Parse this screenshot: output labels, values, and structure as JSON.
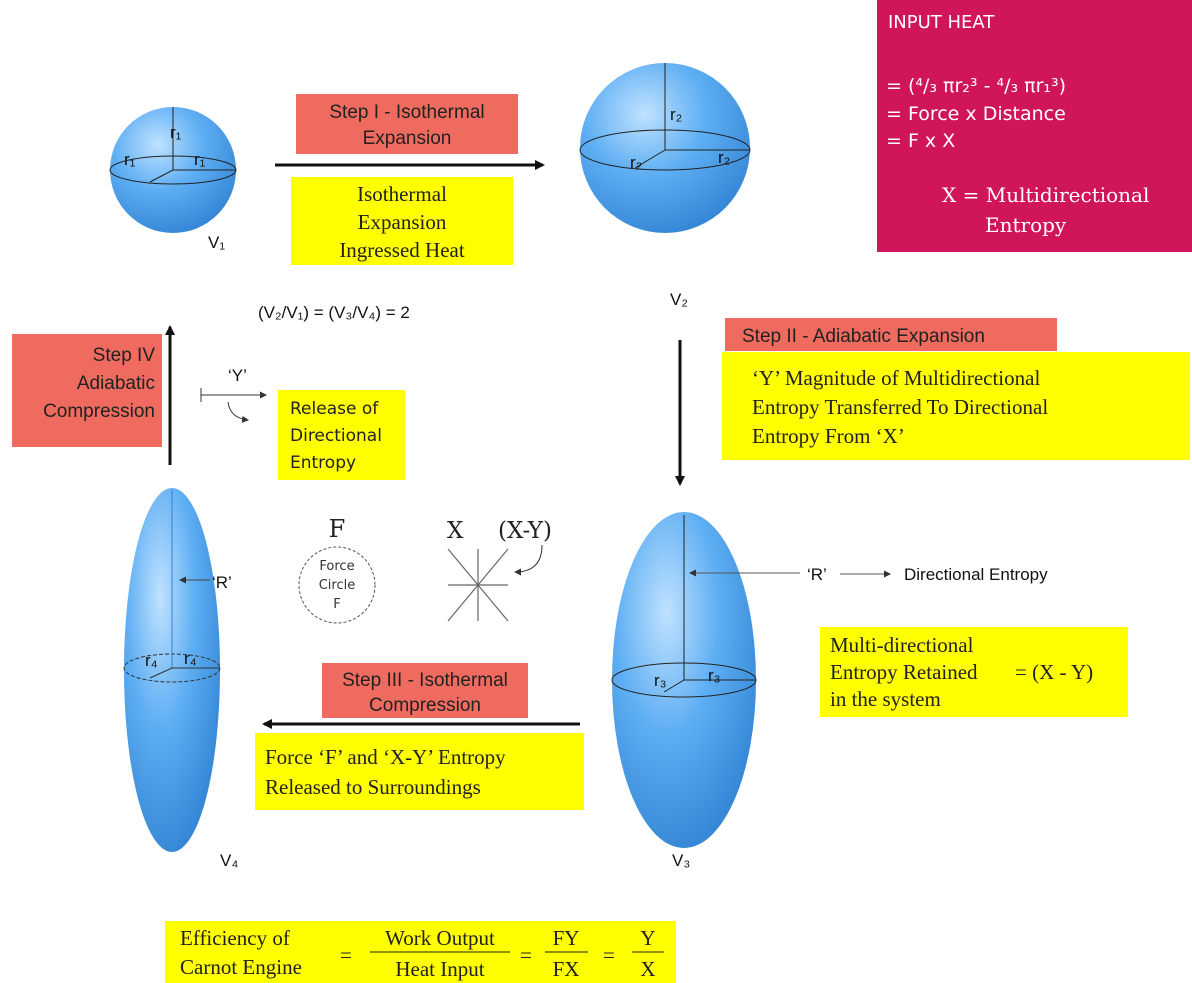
{
  "colors": {
    "step_box": "#ef6b5f",
    "note_box": "#ffff00",
    "input_box": "#d0155b",
    "sphere": "#5aa9f0"
  },
  "input_heat": {
    "title": "INPUT HEAT",
    "line1": "= (⁴/₃ πr₂³  - ⁴/₃ πr₁³)",
    "line2": "= Force x Distance",
    "line3": "= F x X",
    "def1": "X = Multidirectional",
    "def2": "Entropy"
  },
  "volumes": {
    "v1": "V₁",
    "v2": "V₂",
    "v3": "V₃",
    "v4": "V₄"
  },
  "radii": {
    "r1": "r₁",
    "r2": "r₂",
    "r3": "r₃",
    "r4": "r₄"
  },
  "ratio": "(V₂/V₁) = (V₃/V₄) = 2",
  "step1": {
    "label1": "Step I - Isothermal",
    "label2": "Expansion",
    "note": [
      "Isothermal",
      "Expansion",
      "Ingressed Heat"
    ]
  },
  "step2": {
    "label": "Step II - Adiabatic Expansion",
    "note": [
      "‘Y’ Magnitude of Multidirectional",
      "Entropy Transferred To Directional",
      "Entropy From ‘X’"
    ]
  },
  "step3": {
    "label1": "Step III - Isothermal",
    "label2": "Compression",
    "note": [
      "Force ‘F’ and ‘X-Y’ Entropy",
      "Released to Surroundings"
    ]
  },
  "step4": {
    "label": [
      "Step IV",
      "Adiabatic",
      "Compression"
    ],
    "y_label": "‘Y’",
    "note": [
      "Release of",
      "Directional",
      "Entropy"
    ]
  },
  "r_label": "‘R’",
  "directional_entropy": "Directional Entropy",
  "retained": {
    "lines": [
      "Multi-directional",
      "Entropy Retained",
      "in the system"
    ],
    "value": "=  (X - Y)"
  },
  "force_circle": {
    "title": "F",
    "lines": [
      "Force",
      "Circle",
      "F"
    ]
  },
  "x_label": "X",
  "xy_label": "(X-Y)",
  "efficiency": {
    "lhs1": "Efficiency of",
    "lhs2": "Carnot Engine",
    "eq": "=",
    "num1": "Work Output",
    "den1": "Heat Input",
    "num2": "FY",
    "den2": "FX",
    "num3": "Y",
    "den3": "X"
  }
}
